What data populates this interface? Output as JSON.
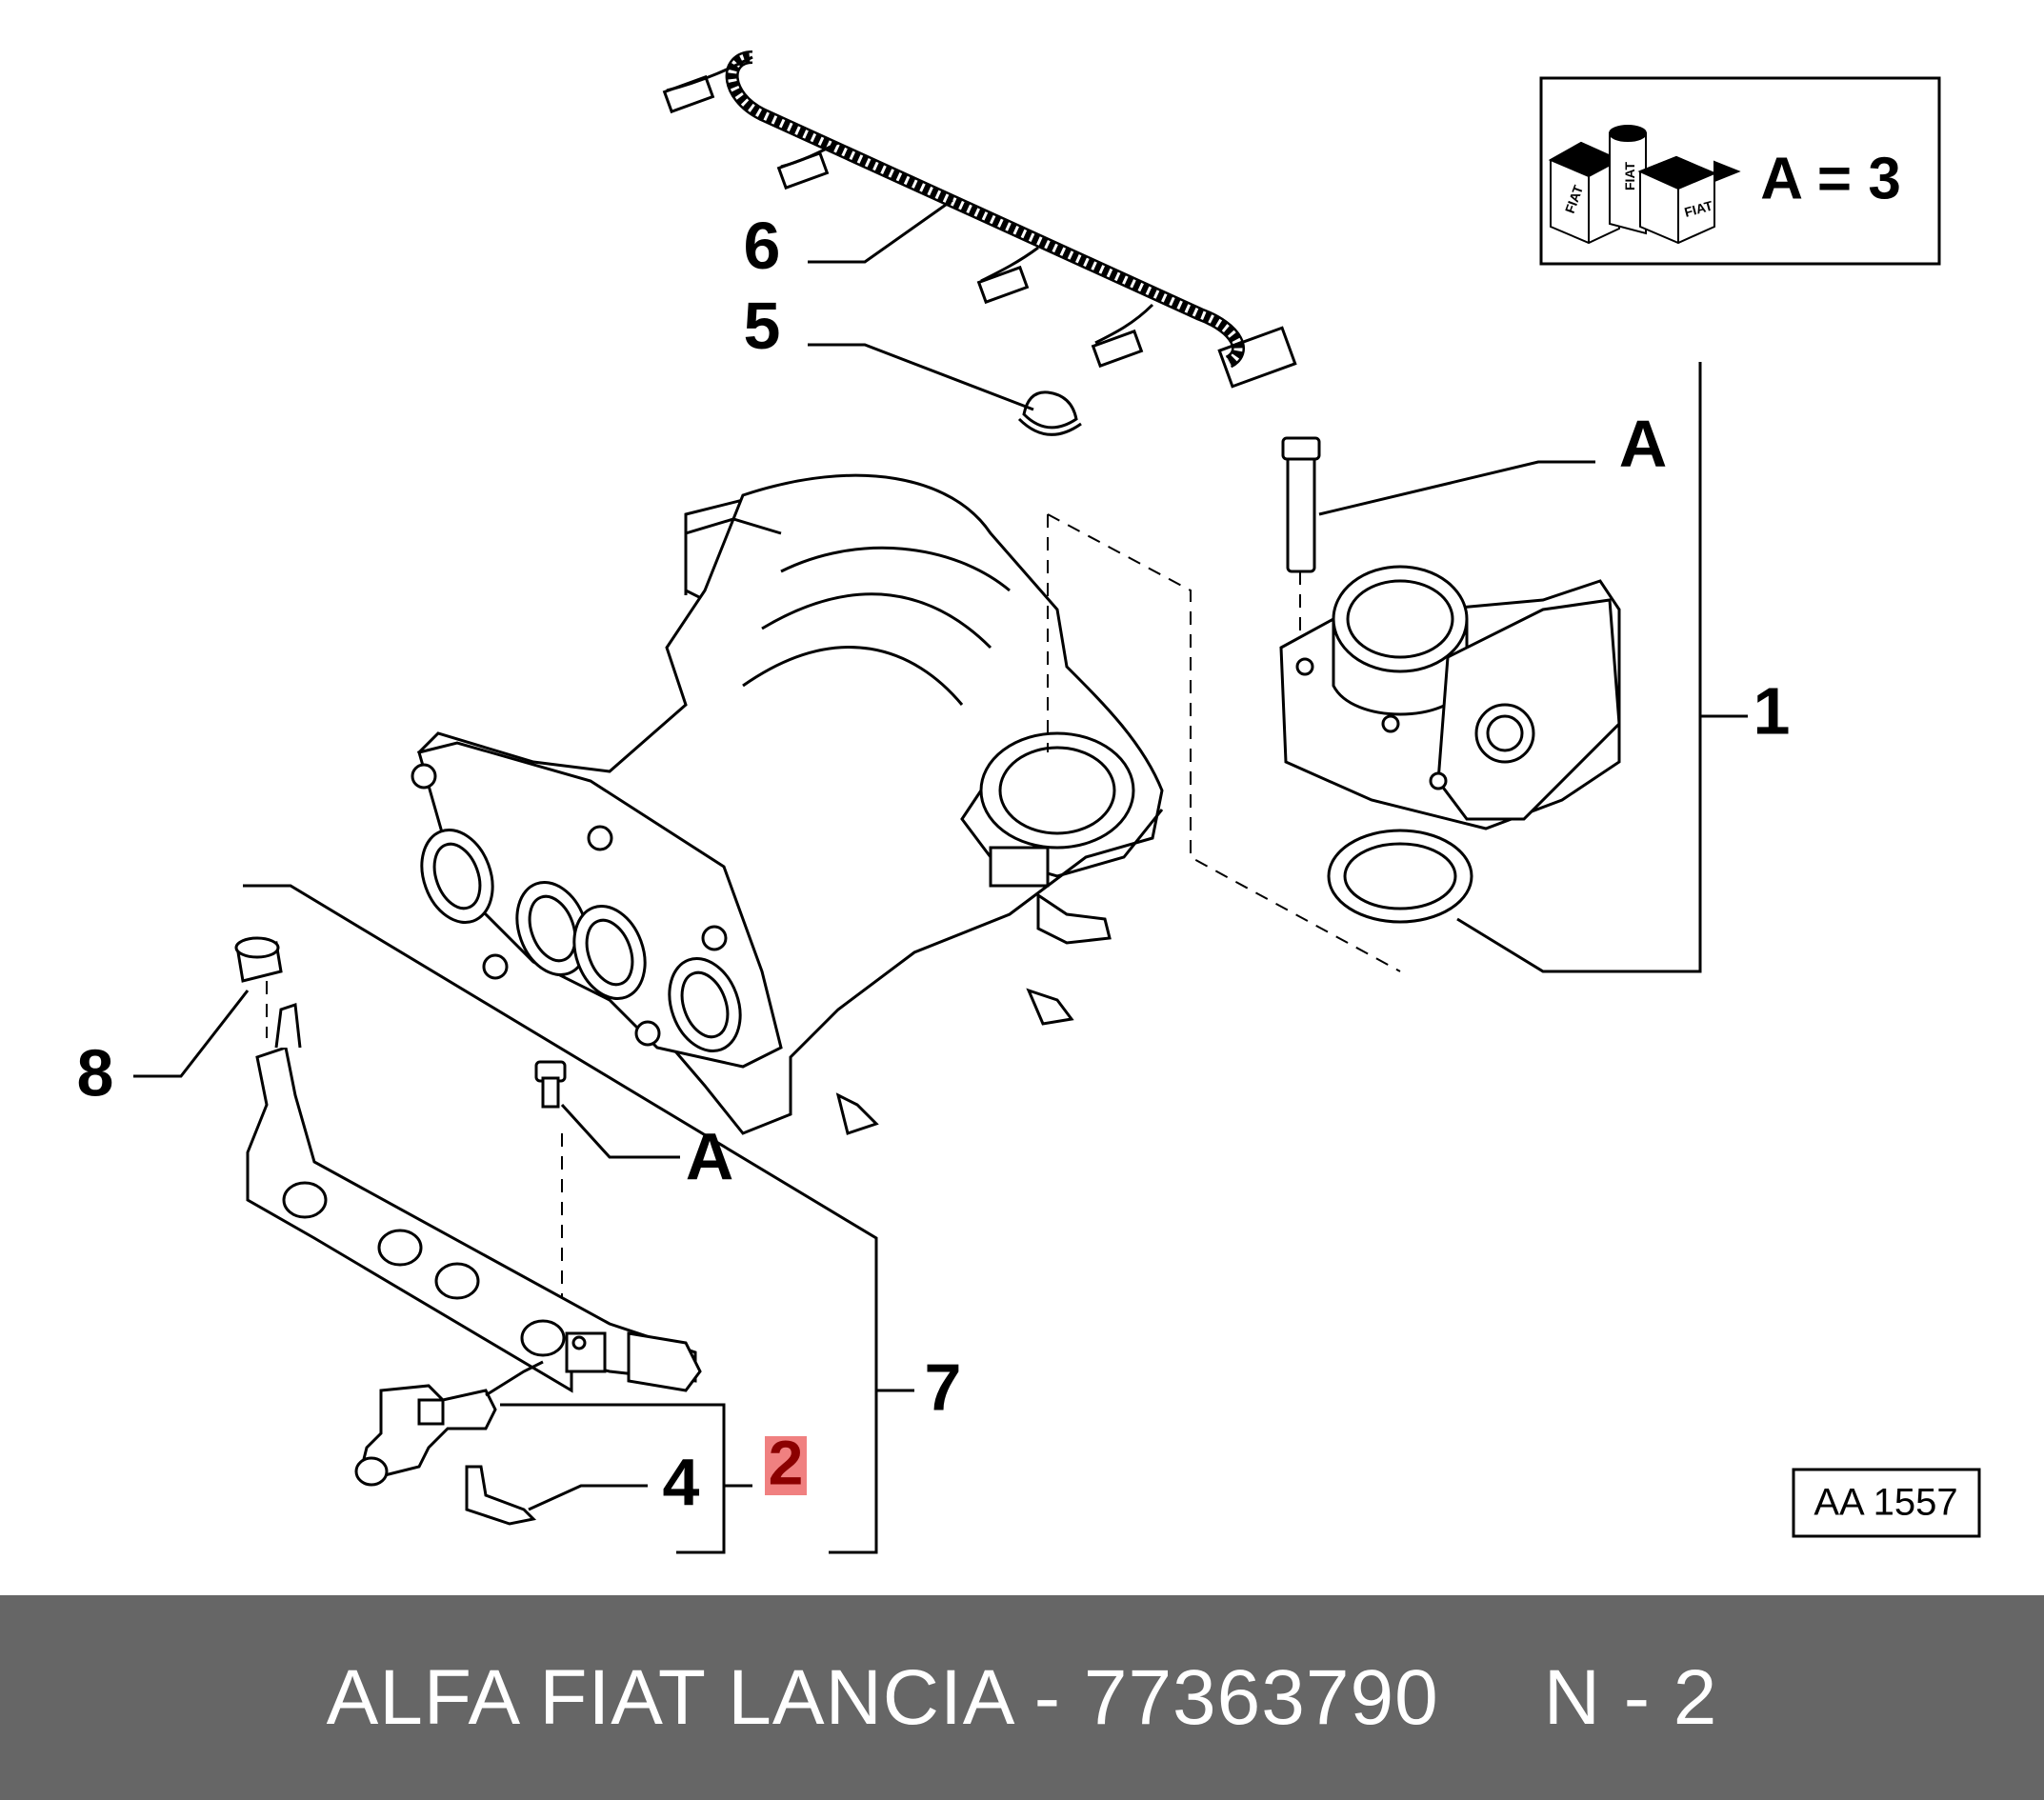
{
  "callouts": {
    "c1": "1",
    "c2": "2",
    "c4": "4",
    "c5": "5",
    "c6": "6",
    "c7": "7",
    "c8": "8",
    "a_throttle": "A",
    "a_manifold": "A"
  },
  "legend_box": {
    "text": "A = 3",
    "icon": "fiat-parts-boxes-icon",
    "box_label_1": "FIAT",
    "box_label_2": "FIAT",
    "can_label": "FIAT"
  },
  "diagram_code": "AA 1557",
  "highlight_color": "#f08080",
  "footer": {
    "brand_part": "ALFA FIAT LANCIA - 77363790",
    "page_ref": "N - 2"
  }
}
